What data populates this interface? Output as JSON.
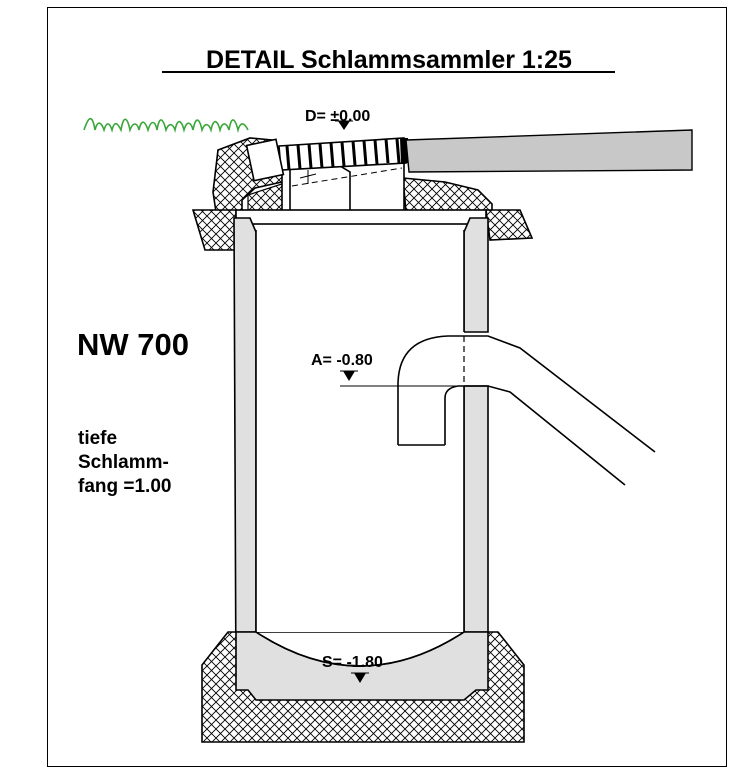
{
  "title": "DETAIL Schlammsammler 1:25",
  "nominal_width": "NW 700",
  "depth_note": [
    "tiefe",
    "Schlamm-",
    "fang =1.00"
  ],
  "levels": {
    "cover": "D= ±0.00",
    "outlet": "A= -0.80",
    "bottom": "S= -1.80"
  },
  "colors": {
    "line": "#000000",
    "concrete_fill": "#e0e0e0",
    "pipe_fill": "#c8c8c8",
    "grass": "#3aa63a",
    "background": "#ffffff"
  }
}
